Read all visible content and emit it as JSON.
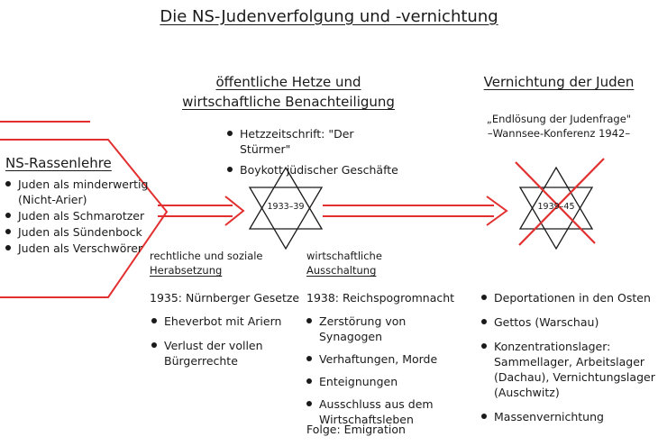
{
  "title": "Die NS-Judenverfolgung und -vernichtung",
  "left": {
    "heading": "NS-Rassenlehre",
    "items": [
      "Juden als minderwertig (Nicht-Arier)",
      "Juden als Schmarotzer",
      "Juden als Sündenbock",
      "Juden als Verschwörer"
    ]
  },
  "middle": {
    "heading_line1": "öffentliche Hetze und",
    "heading_line2": "wirtschaftliche Benachteiligung",
    "items": [
      "Hetzzeitschrift: \"Der Stürmer\"",
      "Boykott jüdischer Geschäfte"
    ],
    "star_label": "1933–39"
  },
  "right": {
    "heading": "Vernichtung der Juden",
    "quote_line1": "„Endlösung der Judenfrage\"",
    "quote_line2": "–Wannsee-Konferenz 1942–",
    "star_label": "1939–45",
    "items": [
      "Deportationen in den Osten",
      "Gettos (Warschau)",
      "Konzentrationslager: Sammellager, Arbeitslager (Dachau), Vernichtungslager (Auschwitz)",
      "Massenvernichtung"
    ]
  },
  "legal": {
    "heading_line1": "rechtliche und soziale",
    "heading_line2": "Herabsetzung",
    "subtitle": "1935: Nürnberger Gesetze",
    "items": [
      "Eheverbot mit Ariern",
      "Verlust der vollen Bürgerrechte"
    ]
  },
  "economic": {
    "heading_line1": "wirtschaftliche",
    "heading_line2": "Ausschaltung",
    "subtitle": "1938: Reichspogromnacht",
    "items": [
      "Zerstörung von Synagogen",
      "Verhaftungen, Morde",
      "Enteignungen",
      "Ausschluss aus dem Wirtschaftsleben"
    ],
    "footer": "Folge: Emigration"
  },
  "colors": {
    "arrow": "#e23030",
    "ink": "#1a1a1a",
    "cross": "#e23030"
  }
}
